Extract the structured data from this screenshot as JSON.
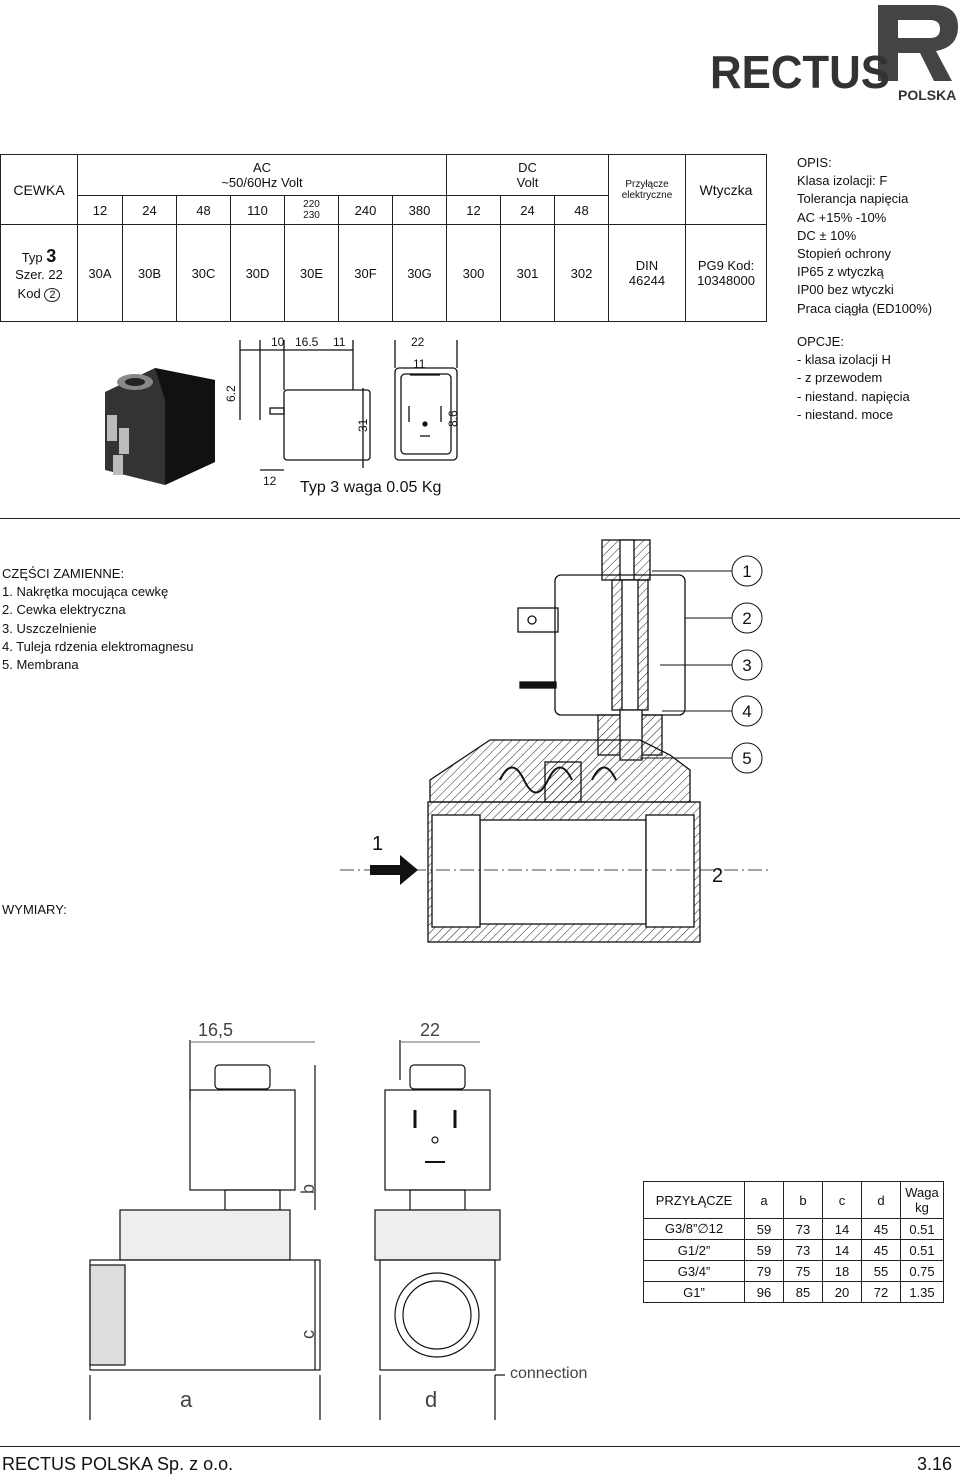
{
  "brand": {
    "name": "RECTUS",
    "sub": "POLSKA"
  },
  "coil_table": {
    "cewka": "CEWKA",
    "typ_label": "Typ",
    "typ_value": "3",
    "szer": "Szer. 22",
    "kod_label": "Kod",
    "kod_value": "2",
    "ac_title": "AC",
    "ac_sub": "~50/60Hz Volt",
    "dc_title": "DC",
    "dc_sub": "Volt",
    "przylacze": "Przyłącze elektryczne",
    "wtyczka": "Wtyczka",
    "din": "DIN 46244",
    "pg9": "PG9 Kod:",
    "pg9_code": "10348000",
    "ac_volts": [
      "12",
      "24",
      "48",
      "110",
      "220",
      "230",
      "240",
      "380"
    ],
    "dc_volts": [
      "12",
      "24",
      "48"
    ],
    "codes": [
      "30A",
      "30B",
      "30C",
      "30D",
      "30E",
      "30F",
      "30G",
      "300",
      "301",
      "302"
    ]
  },
  "opis": {
    "title": "OPIS:",
    "lines": [
      "Klasa izolacji: F",
      "Tolerancja napięcia",
      "AC +15% -10%",
      "DC ± 10%",
      "Stopień ochrony",
      "IP65 z wtyczką",
      "IP00 bez wtyczki",
      "Praca ciągła (ED100%)"
    ]
  },
  "opcje": {
    "title": "OPCJE:",
    "lines": [
      "- klasa izolacji H",
      "- z przewodem",
      "- niestand. napięcia",
      "- niestand. moce"
    ]
  },
  "coil_drawing": {
    "dims": [
      "10",
      "16.5",
      "11",
      "22",
      "11",
      "6.2",
      "31",
      "8.6",
      "12"
    ],
    "caption": "Typ 3  waga 0.05 Kg"
  },
  "parts": {
    "title": "CZĘŚCI ZAMIENNE:",
    "items": [
      "1. Nakrętka mocująca cewkę",
      "2. Cewka elektryczna",
      "3. Uszczelnienie",
      "4. Tuleja rdzenia elektromagnesu",
      "5. Membrana"
    ],
    "callouts": [
      "1",
      "2",
      "3",
      "4",
      "5"
    ],
    "flow_in": "1",
    "flow_out": "2"
  },
  "wymiary": "WYMIARY:",
  "dim_drawing": {
    "top_left": "16,5",
    "top_right": "22",
    "b": "b",
    "c": "c",
    "a": "a",
    "d": "d",
    "connection": "connection"
  },
  "dims_table": {
    "headers": [
      "PRZYŁĄCZE",
      "a",
      "b",
      "c",
      "d",
      "Waga kg"
    ],
    "rows": [
      [
        "G3/8”∅12",
        "59",
        "73",
        "14",
        "45",
        "0.51"
      ],
      [
        "G1/2”",
        "59",
        "73",
        "14",
        "45",
        "0.51"
      ],
      [
        "G3/4”",
        "79",
        "75",
        "18",
        "55",
        "0.75"
      ],
      [
        "G1”",
        "96",
        "85",
        "20",
        "72",
        "1.35"
      ]
    ]
  },
  "footer": {
    "company": "RECTUS POLSKA Sp. z o.o.",
    "page": "3.16"
  }
}
